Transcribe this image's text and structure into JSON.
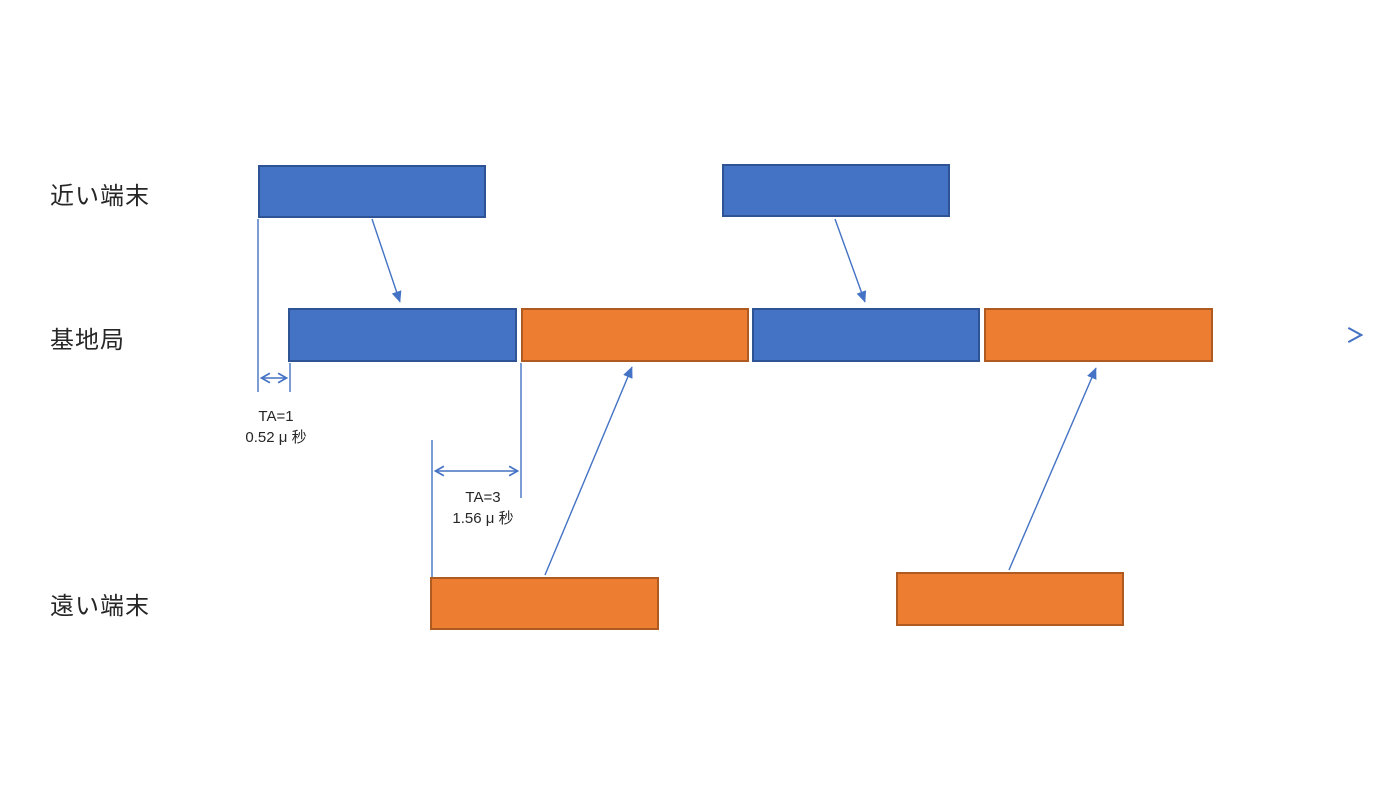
{
  "diagram": {
    "title_hint": "timing-advance-diagram",
    "labels": {
      "near_terminal": "近い端末",
      "base_station": "基地局",
      "far_terminal": "遠い端末"
    },
    "annotations": {
      "ta1": {
        "line1": "TA=1",
        "line2": "0.52 μ 秒"
      },
      "ta3": {
        "line1": "TA=3",
        "line2": "1.56 μ 秒"
      }
    },
    "colors": {
      "blue_fill": "#4472C4",
      "blue_border": "#2F5496",
      "orange_fill": "#ED7D31",
      "orange_border": "#AE5A21",
      "line": "#4472C4",
      "text": "#262626",
      "bg": "#FFFFFF"
    }
  }
}
